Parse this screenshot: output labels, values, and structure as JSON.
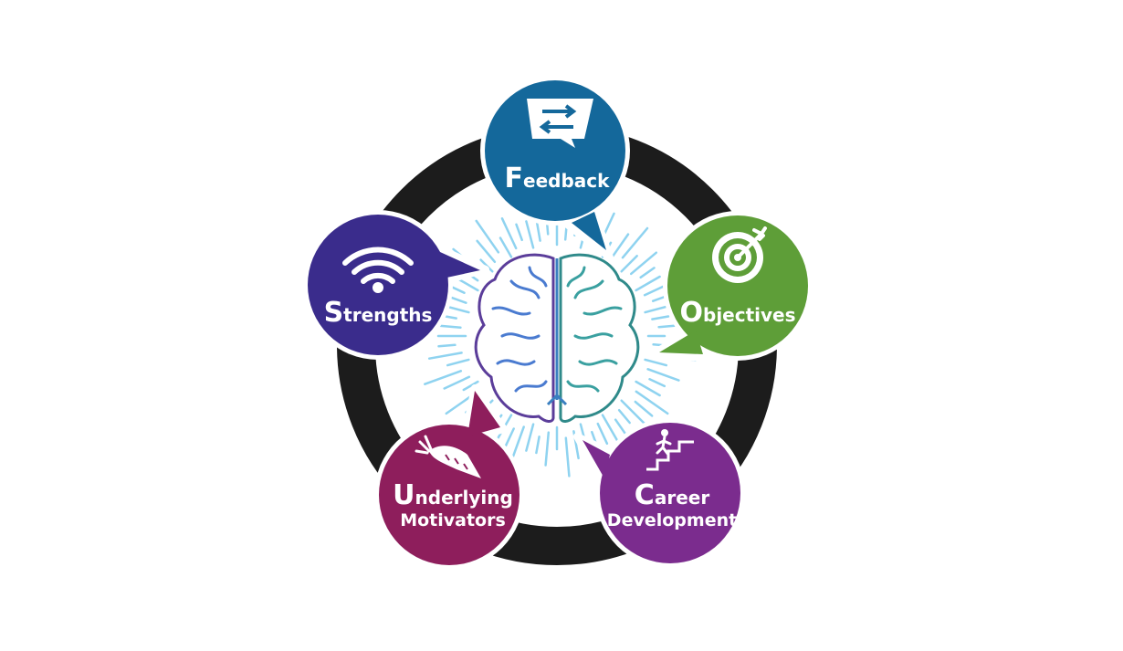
{
  "diagram": {
    "center_icon": "brain-icon",
    "nodes": [
      {
        "id": "feedback",
        "cap": "F",
        "rest": "eedback",
        "icon": "speech-arrows-icon",
        "color": "#14689B"
      },
      {
        "id": "objectives",
        "cap": "O",
        "rest": "bjectives",
        "icon": "target-icon",
        "color": "#5E9E38"
      },
      {
        "id": "career",
        "cap": "C",
        "rest": "areer",
        "line2": "Development",
        "icon": "stairs-climber-icon",
        "color": "#7B2C8E"
      },
      {
        "id": "motivators",
        "cap": "U",
        "rest": "nderlying",
        "line2": "Motivators",
        "icon": "carrot-icon",
        "color": "#8E1E5C"
      },
      {
        "id": "strengths",
        "cap": "S",
        "rest": "trengths",
        "icon": "wifi-signal-icon",
        "color": "#3A2C8C"
      }
    ],
    "ring_color": "#1c1c1c",
    "ray_color": "#8FD3F0"
  }
}
